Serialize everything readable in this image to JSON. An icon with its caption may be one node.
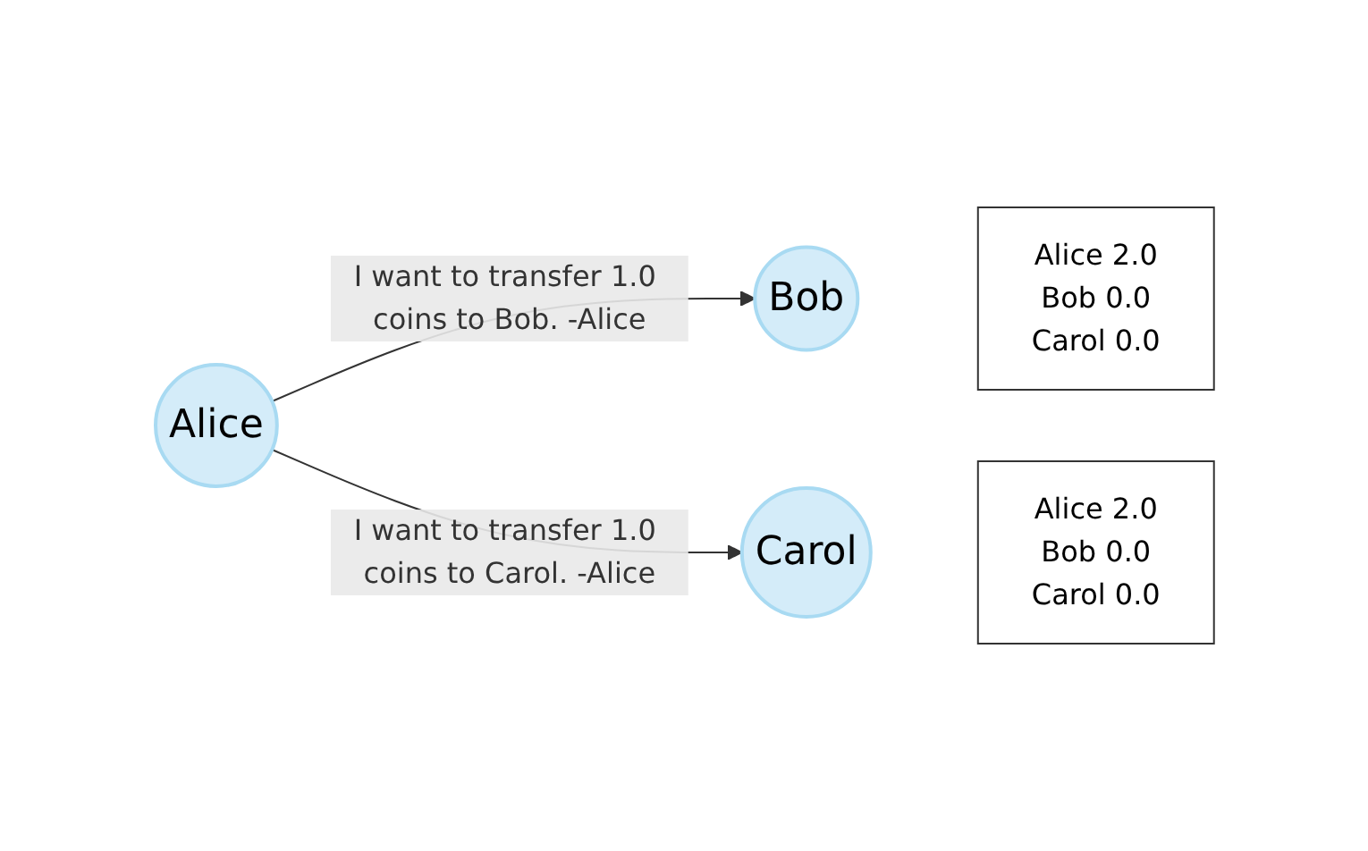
{
  "diagram": {
    "nodes": [
      {
        "text": [
          "Alice"
        ]
      },
      {
        "text": [
          "Bob"
        ]
      },
      {
        "text": [
          "Carol"
        ]
      },
      {
        "text": [
          "Alice 2.0",
          "Bob 0.0",
          "Carol 0.0"
        ]
      },
      {
        "text": [
          "Alice 2.0",
          "Bob 0.0",
          "Carol 0.0"
        ]
      }
    ],
    "edges": [
      {
        "from": 0,
        "to": 1,
        "arrow": "to",
        "label": "I want to transfer 1.0 coins to Bob. -Alice"
      },
      {
        "from": 0,
        "to": 2,
        "arrow": "to",
        "label": "I want to transfer 1.0 coins to Carol. -Alice"
      }
    ]
  }
}
